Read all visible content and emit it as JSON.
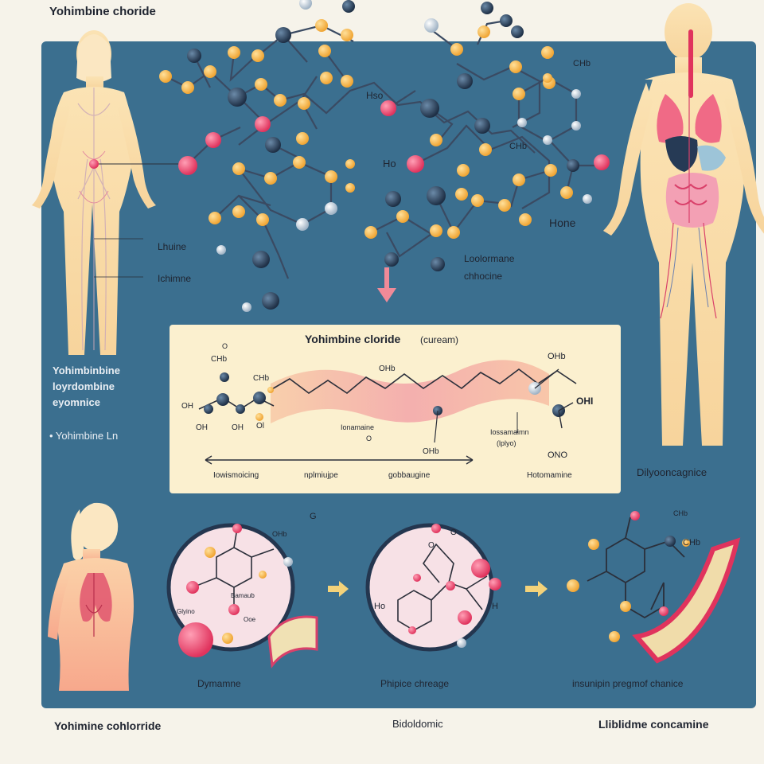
{
  "top": {
    "title": "Yohimbine choride"
  },
  "figure_left": {
    "labels": [
      "Lhuine",
      "Ichimne"
    ],
    "caption_lines": [
      "Yohimbinbine",
      "loyrdombine",
      "eyomnice"
    ],
    "bullet": "• Yohimbine Ln"
  },
  "molecule_top": {
    "labels": [
      "Hso",
      "Ho",
      "CHb",
      "CHb",
      "Hone",
      "Loolormane",
      "chhocine"
    ]
  },
  "center_card": {
    "title": "Yohimbine cloride",
    "subtitle": "(cuream)",
    "atom_labels": [
      "O",
      "CHb",
      "CHb",
      "OH",
      "OH",
      "OH",
      "Ol",
      "OHb",
      "OHb",
      "OHb",
      "OHI",
      "ONO"
    ],
    "mid_labels": [
      "Ionamaine",
      "O",
      "Iossamaimn",
      "(lplyo)"
    ],
    "axis_labels": [
      "Iowismoicing",
      "nplmiujpe",
      "gobbaugine",
      "Hotomamine"
    ]
  },
  "figure_right": {
    "caption": "Dilyooncagnice"
  },
  "bottom_row": {
    "captions": [
      "Dymamne",
      "Phipice chreage",
      "insunipin pregmof chanice"
    ],
    "circle1_labels": [
      "OHb",
      "G",
      "Glyino",
      "Bamaub",
      "Ooe"
    ],
    "circle2_labels": [
      "O",
      "O",
      "Ho",
      "H"
    ],
    "chain_labels": [
      "CHb",
      "CHb"
    ]
  },
  "footer": {
    "left": "Yohimine cohlorride",
    "center": "Bidoldomic",
    "right": "Lliblidme concamine"
  }
}
